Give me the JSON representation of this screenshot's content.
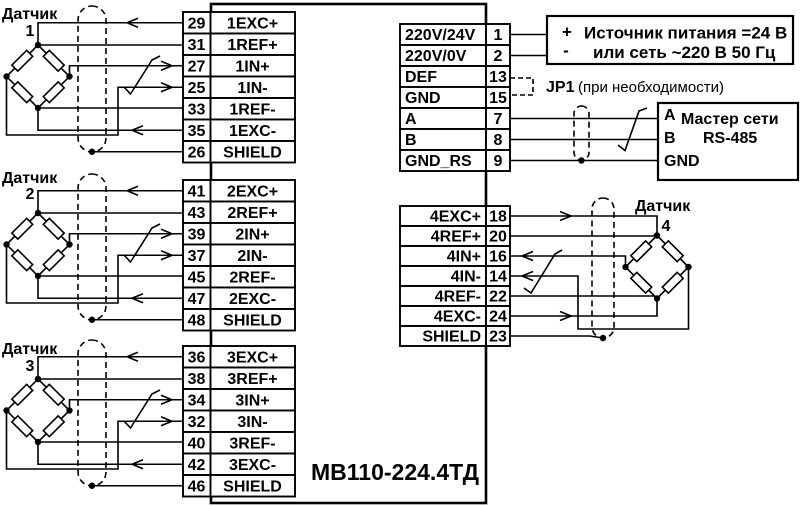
{
  "diagram": {
    "device": {
      "name": "МВ110-224.4ТД"
    },
    "colors": {
      "line": "#000000",
      "background": "#ffffff"
    },
    "sensors": [
      {
        "title": "Датчик",
        "number": "1"
      },
      {
        "title": "Датчик",
        "number": "2"
      },
      {
        "title": "Датчик",
        "number": "3"
      },
      {
        "title": "Датчик",
        "number": "4"
      }
    ],
    "left_groups": [
      {
        "rows": [
          {
            "num": "29",
            "label": "1EXC+"
          },
          {
            "num": "31",
            "label": "1REF+"
          },
          {
            "num": "27",
            "label": "1IN+"
          },
          {
            "num": "25",
            "label": "1IN-"
          },
          {
            "num": "33",
            "label": "1REF-"
          },
          {
            "num": "35",
            "label": "1EXC-"
          },
          {
            "num": "26",
            "label": "SHIELD"
          }
        ]
      },
      {
        "rows": [
          {
            "num": "41",
            "label": "2EXC+"
          },
          {
            "num": "43",
            "label": "2REF+"
          },
          {
            "num": "39",
            "label": "2IN+"
          },
          {
            "num": "37",
            "label": "2IN-"
          },
          {
            "num": "45",
            "label": "2REF-"
          },
          {
            "num": "47",
            "label": "2EXC-"
          },
          {
            "num": "48",
            "label": "SHIELD"
          }
        ]
      },
      {
        "rows": [
          {
            "num": "36",
            "label": "3EXC+"
          },
          {
            "num": "38",
            "label": "3REF+"
          },
          {
            "num": "34",
            "label": "3IN+"
          },
          {
            "num": "32",
            "label": "3IN-"
          },
          {
            "num": "40",
            "label": "3REF-"
          },
          {
            "num": "42",
            "label": "3EXC-"
          },
          {
            "num": "46",
            "label": "SHIELD"
          }
        ]
      }
    ],
    "power_block": {
      "rows": [
        {
          "label": "220V/24V",
          "num": "1"
        },
        {
          "label": "220V/0V",
          "num": "2"
        },
        {
          "label": "DEF",
          "num": "13"
        },
        {
          "label": "GND",
          "num": "15"
        },
        {
          "label": "A",
          "num": "7"
        },
        {
          "label": "B",
          "num": "8"
        },
        {
          "label": "GND_RS",
          "num": "9"
        }
      ]
    },
    "sensor4_block": {
      "rows": [
        {
          "label": "4EXC+",
          "num": "18"
        },
        {
          "label": "4REF+",
          "num": "20"
        },
        {
          "label": "4IN+",
          "num": "16"
        },
        {
          "label": "4IN-",
          "num": "14"
        },
        {
          "label": "4REF-",
          "num": "22"
        },
        {
          "label": "4EXC-",
          "num": "24"
        },
        {
          "label": "SHIELD",
          "num": "23"
        }
      ]
    },
    "power_supply": {
      "plus": "+",
      "minus": "-",
      "line1": "Источник питания =24 В",
      "line2": "или сеть ~220 В 50 Гц"
    },
    "jumper": {
      "name": "JP1",
      "note": "(при необходимости)"
    },
    "master": {
      "a": "А",
      "b": "В",
      "gnd": "GND",
      "line1": "Мастер сети",
      "line2": "RS-485"
    }
  }
}
